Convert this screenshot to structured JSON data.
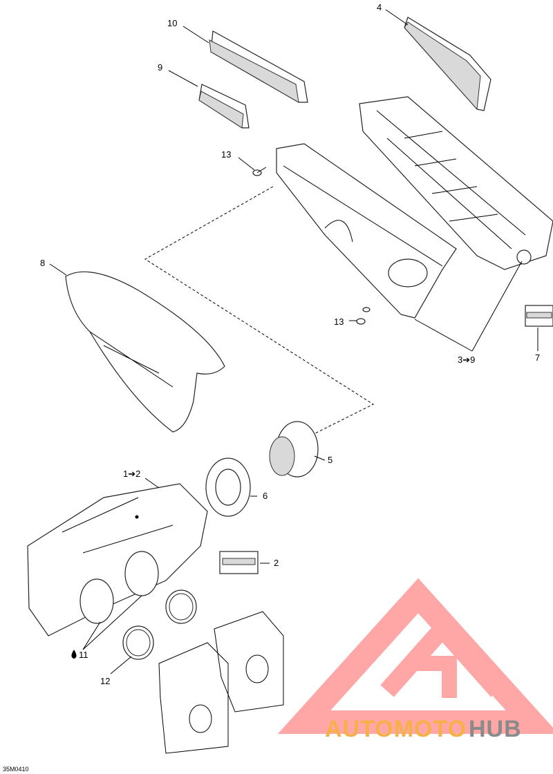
{
  "callouts": [
    {
      "id": "c10",
      "text": "10"
    },
    {
      "id": "c4",
      "text": "4"
    },
    {
      "id": "c9",
      "text": "9"
    },
    {
      "id": "c13a",
      "text": "13"
    },
    {
      "id": "c8",
      "text": "8"
    },
    {
      "id": "c13b",
      "text": "13"
    },
    {
      "id": "c3to9",
      "text": "3➔9"
    },
    {
      "id": "c7",
      "text": "7"
    },
    {
      "id": "c5",
      "text": "5"
    },
    {
      "id": "c1to2",
      "text": "1➔2"
    },
    {
      "id": "c6",
      "text": "6"
    },
    {
      "id": "c2",
      "text": "2"
    },
    {
      "id": "c11",
      "text": "11"
    },
    {
      "id": "c12",
      "text": "12"
    }
  ],
  "drawing_code": "35M0410",
  "watermark": {
    "brand_left": "AUTOMOTO",
    "brand_right": "HUB",
    "color_left": "#f6b04a",
    "color_right": "#8a8a8a",
    "mark_color": "#ff8a8a"
  },
  "colors": {
    "line": "#000000",
    "shade": "#d9d9d9",
    "background": "#ffffff"
  }
}
